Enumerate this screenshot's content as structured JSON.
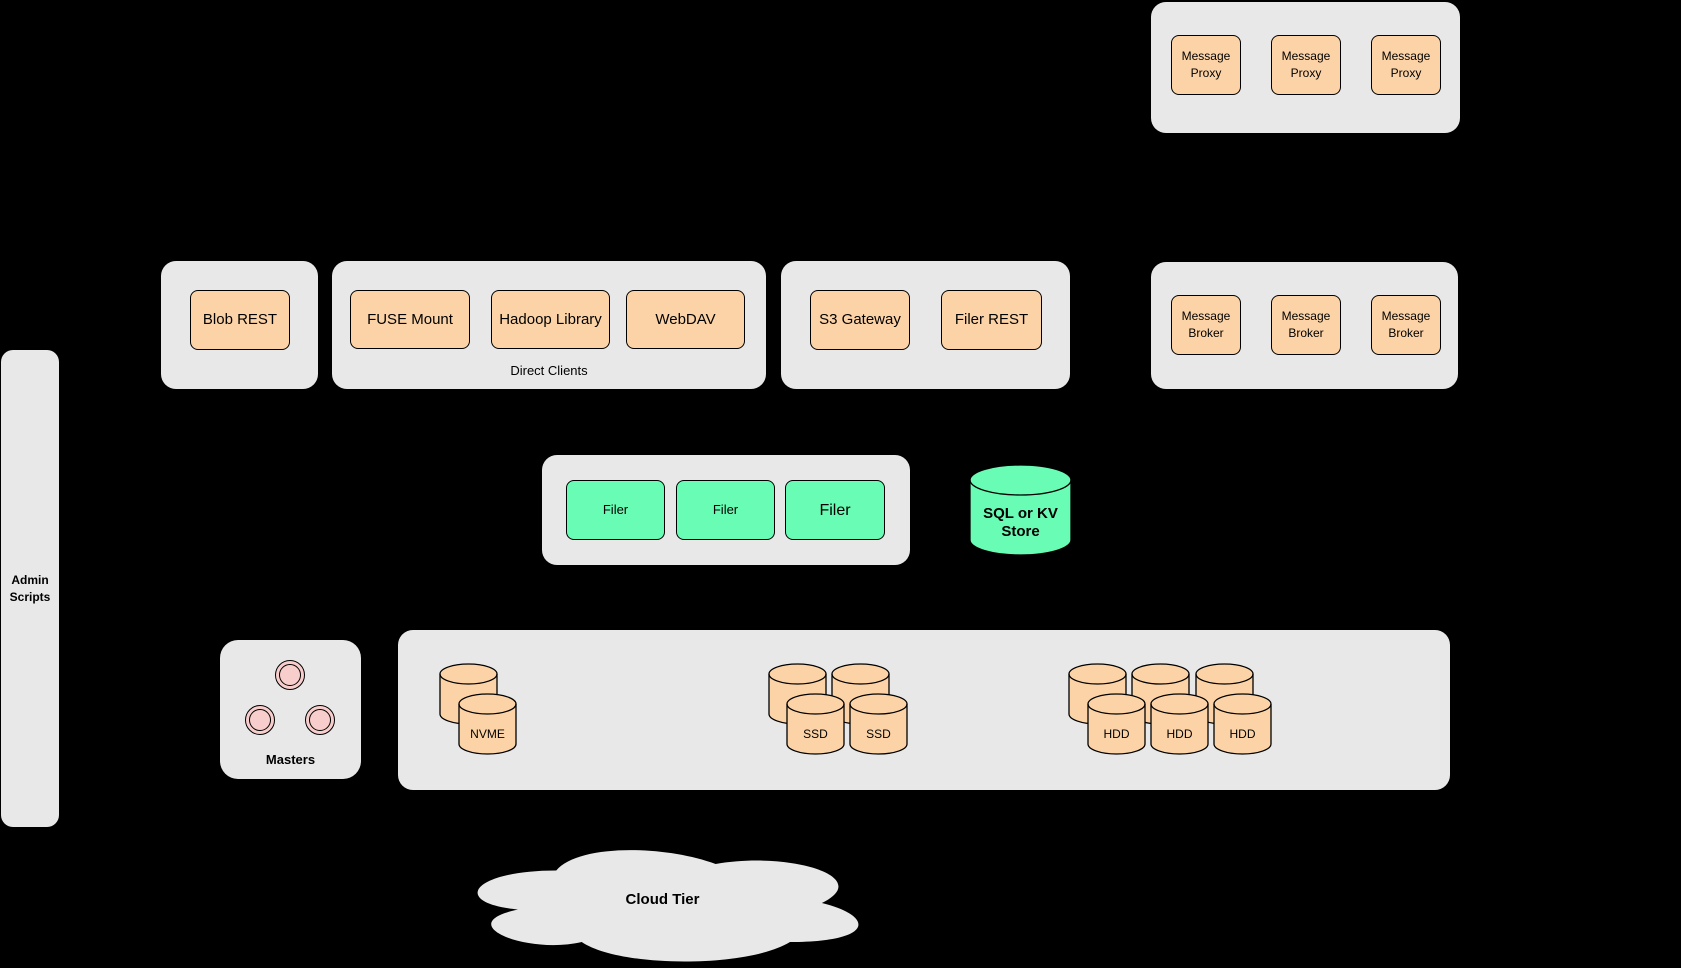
{
  "diagram": {
    "background_color": "#000000",
    "container_color": "#e8e8e8",
    "orange_color": "#fcd3a6",
    "green_color": "#69fcb4",
    "pink_color": "#f8cecc",
    "stroke_color": "#000000"
  },
  "proxy_group": {
    "boxes": [
      "Message Proxy",
      "Message Proxy",
      "Message Proxy"
    ]
  },
  "blob_group": {
    "boxes": [
      "Blob REST"
    ]
  },
  "direct_clients_group": {
    "label": "Direct Clients",
    "boxes": [
      "FUSE Mount",
      "Hadoop Library",
      "WebDAV"
    ]
  },
  "s3_group": {
    "boxes": [
      "S3 Gateway",
      "Filer REST"
    ]
  },
  "broker_group": {
    "boxes": [
      "Message Broker",
      "Message Broker",
      "Message Broker"
    ]
  },
  "admin": {
    "label": "Admin Scripts"
  },
  "filer_group": {
    "boxes": [
      "Filer",
      "Filer",
      "Filer"
    ]
  },
  "kv_store": {
    "label": "SQL or KV Store"
  },
  "masters": {
    "label": "Masters"
  },
  "volume_group": {
    "nvme_label": "NVME",
    "ssd_labels": [
      "SSD",
      "SSD"
    ],
    "hdd_labels": [
      "HDD",
      "HDD",
      "HDD"
    ]
  },
  "cloud": {
    "label": "Cloud Tier"
  }
}
